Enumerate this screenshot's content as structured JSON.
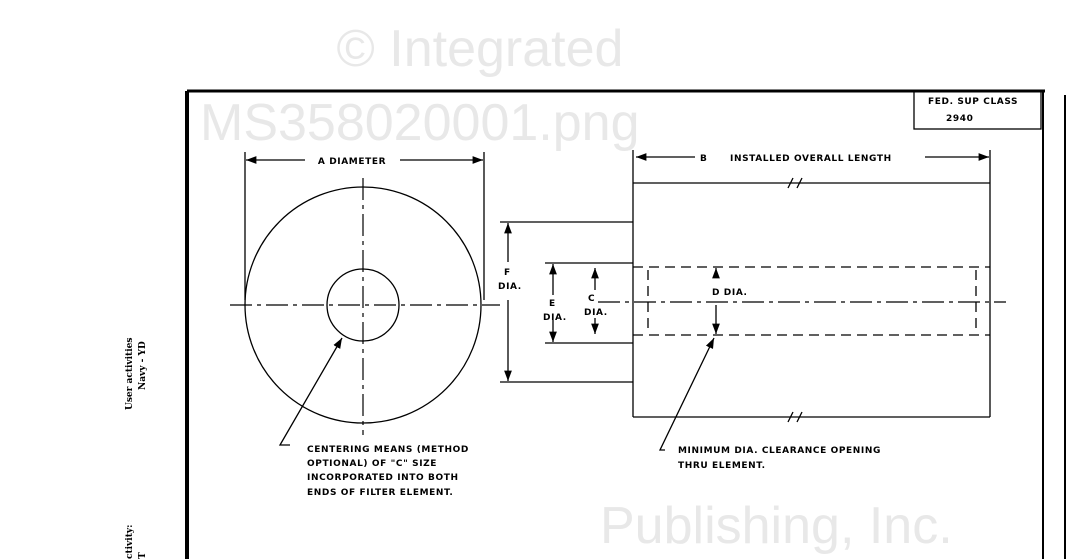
{
  "title_block": {
    "label": "FED. SUP CLASS",
    "value": "2940"
  },
  "side_notes": {
    "user_activities": "User activities",
    "navy": "Navy - YD",
    "custodian_partial": "ctivity:",
    "custodian_value_partial": "T"
  },
  "watermark": {
    "line1": "© Integrated",
    "line2": "Publishing, Inc.",
    "line3": "MS358020001.png"
  },
  "dimensions": {
    "a": "A DIAMETER",
    "b_letter": "B",
    "b": "INSTALLED OVERALL LENGTH",
    "f_letter": "F",
    "f_dia": "DIA.",
    "e_letter": "E",
    "e_dia": "DIA.",
    "c_letter": "C",
    "c_dia": "DIA.",
    "d": "D DIA."
  },
  "notes": {
    "centering": [
      "CENTERING MEANS (METHOD",
      "OPTIONAL) OF \"C\" SIZE",
      "INCORPORATED INTO BOTH",
      "ENDS OF FILTER ELEMENT."
    ],
    "clearance": [
      "MINIMUM DIA. CLEARANCE OPENING",
      "THRU ELEMENT."
    ]
  }
}
